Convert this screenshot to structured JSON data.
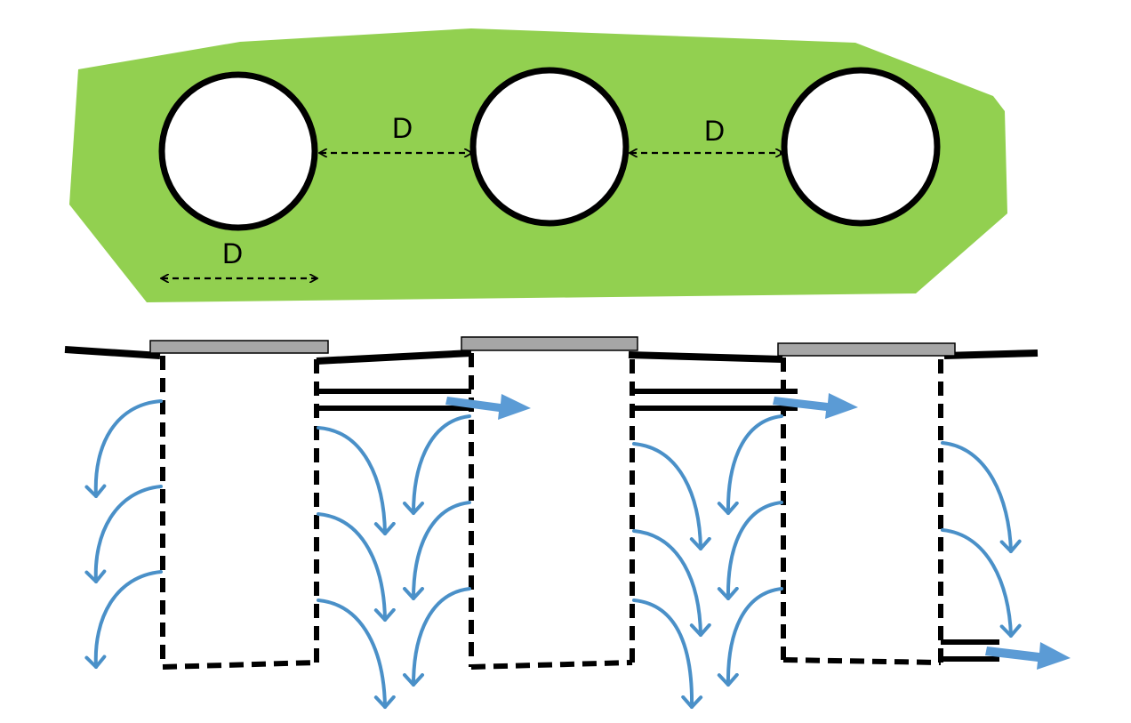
{
  "colors": {
    "ground": "#92d050",
    "outline": "#000000",
    "cap": "#a6a6a6",
    "flow": "#4a90c8",
    "background": "#ffffff"
  },
  "plan_view": {
    "wells": [
      "well-1",
      "well-2",
      "well-3"
    ],
    "spacing_label_1": "D",
    "spacing_label_2": "D",
    "diameter_label": "D"
  },
  "section_view": {
    "pits": [
      "pit-1",
      "pit-2",
      "pit-3"
    ],
    "overflow_pipes": [
      "pipe-1-2",
      "pipe-2-3",
      "outlet-pipe"
    ],
    "flow_arrows_icon": "curved-arrow-icon"
  }
}
